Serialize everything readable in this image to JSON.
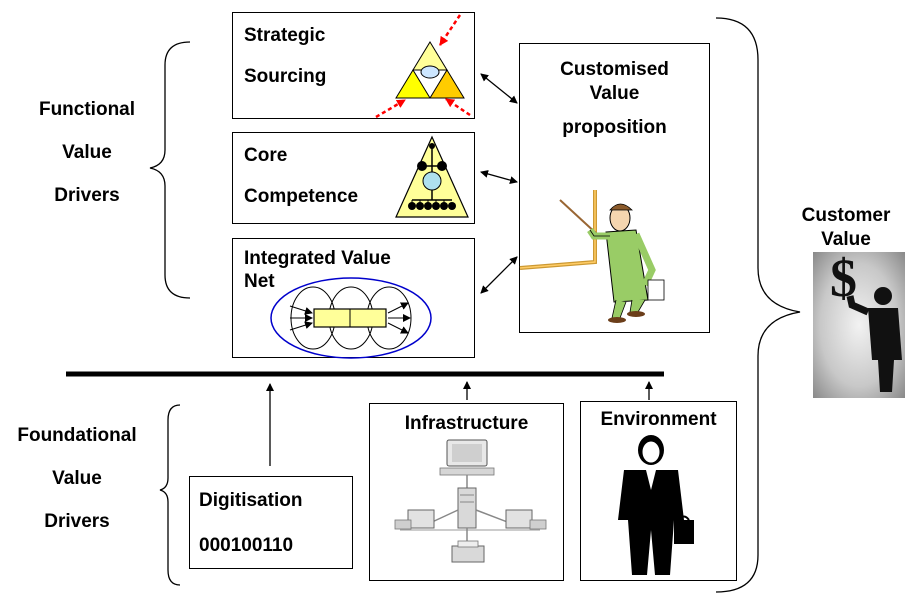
{
  "functional": {
    "line1": "Functional",
    "line2": "Value",
    "line3": "Drivers"
  },
  "foundational": {
    "line1": "Foundational",
    "line2": "Value",
    "line3": "Drivers"
  },
  "strategic": {
    "line1": "Strategic",
    "line2": "Sourcing"
  },
  "core": {
    "line1": "Core",
    "line2": "Competence"
  },
  "integrated": {
    "line1": "Integrated Value",
    "line2": "Net"
  },
  "proposition": {
    "line1": "Customised",
    "line2": "Value",
    "line3": "proposition"
  },
  "customer": {
    "line1": "Customer",
    "line2": "Value"
  },
  "digitisation": {
    "title": "Digitisation",
    "code": "000100110"
  },
  "infrastructure": {
    "title": "Infrastructure"
  },
  "environment": {
    "title": "Environment"
  },
  "colors": {
    "triangle_fill": "#ffff99",
    "triangle_orange": "#ffcc00",
    "red_arrow": "#ff0000",
    "ellipse": "#0000cc",
    "presenter_suit": "#99cc66"
  }
}
